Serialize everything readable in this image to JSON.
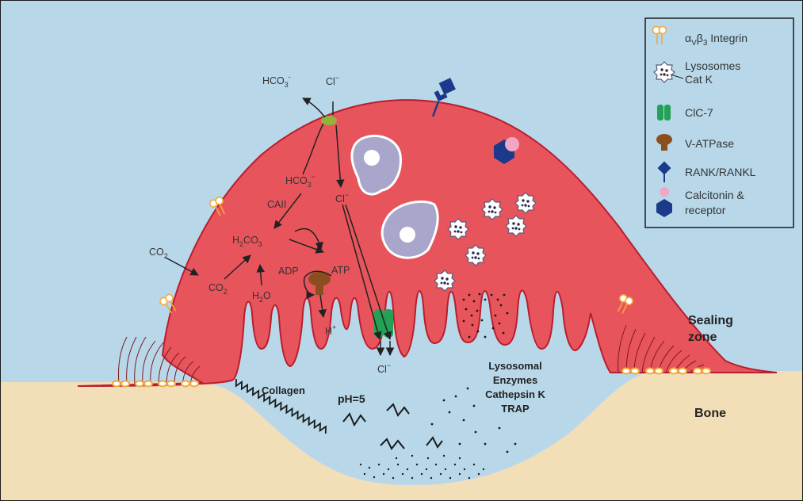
{
  "labels": {
    "hco3_top": "HCO",
    "hco3_top_sub": "3",
    "hco3_top_sup": "-",
    "cl_top": "Cl",
    "cl_top_sup": "−",
    "hco3_mid": "HCO",
    "hco3_mid_sub": "3",
    "hco3_mid_sup": "−",
    "cl_mid": "Cl",
    "cl_mid_sup": "−",
    "caii": "CAII",
    "co2_out": "CO",
    "co2_out_sub": "2",
    "h2co3_h": "H",
    "h2co3_sub1": "2",
    "h2co3_co": "CO",
    "h2co3_sub2": "3",
    "co2_in": "CO",
    "co2_in_sub": "2",
    "h2o_h": "H",
    "h2o_sub": "2",
    "h2o_o": "O",
    "adp": "ADP",
    "atp": "ATP",
    "h_plus": "H",
    "h_plus_sup": "+",
    "cl_bottom": "Cl",
    "cl_bottom_sup": "−",
    "collagen": "Collagen",
    "ph": "pH=5",
    "lysosomal_line1": "Lysosomal",
    "lysosomal_line2": "Enzymes",
    "lysosomal_line3": "Cathepsin K",
    "lysosomal_line4": "TRAP",
    "sealing_line1": "Sealing",
    "sealing_line2": "zone",
    "bone": "Bone"
  },
  "legend": {
    "integrin_alpha": "α",
    "integrin_v": "V",
    "integrin_beta": "β",
    "integrin_3": "3",
    "integrin_word": " Integrin",
    "lysosomes_line1": "Lysosomes",
    "lysosomes_line2": "Cat K",
    "clc7": "ClC-7",
    "vatpase": "V-ATPase",
    "rank": "RANK/RANKL",
    "calcitonin_line1": "Calcitonin &",
    "calcitonin_line2": "receptor"
  },
  "colors": {
    "background_fluid": "#b8d8ea",
    "bone": "#f3dfb7",
    "cell_body": "#e8545c",
    "cell_outline": "#b81e2e",
    "nucleus": "#a8a6cb",
    "clc7": "#23a155",
    "vatpase": "#8b4e1e",
    "rank": "#1b3a8a",
    "calcitonin_pink": "#f2a6c6",
    "integrin": "#f2a93b",
    "exchanger": "#93b33c"
  }
}
